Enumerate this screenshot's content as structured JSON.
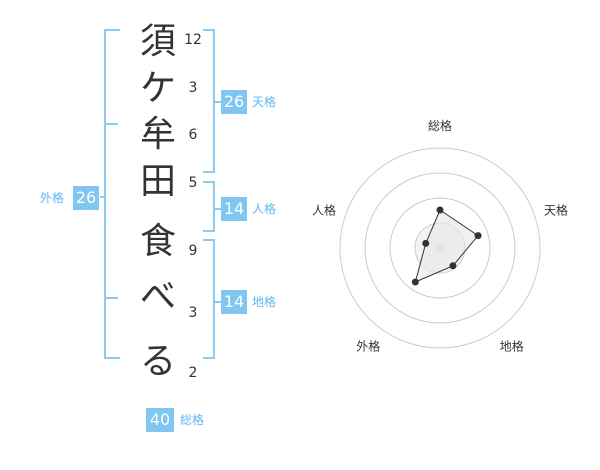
{
  "name": {
    "characters": [
      "須",
      "ケ",
      "牟",
      "田",
      "食",
      "べ",
      "る"
    ],
    "strokes": [
      "12",
      "3",
      "6",
      "5",
      "9",
      "3",
      "2"
    ]
  },
  "fortune": {
    "tenkaku": {
      "value": "26",
      "label": "天格"
    },
    "jinkaku": {
      "value": "14",
      "label": "人格"
    },
    "chikaku": {
      "value": "14",
      "label": "地格"
    },
    "gaikaku": {
      "value": "26",
      "label": "外格"
    },
    "soukaku": {
      "value": "40",
      "label": "総格"
    }
  },
  "radar": {
    "axes": [
      "総格",
      "天格",
      "地格",
      "外格",
      "人格"
    ],
    "levels": 4,
    "values": [
      0.38,
      0.4,
      0.22,
      0.42,
      0.15
    ]
  }
}
